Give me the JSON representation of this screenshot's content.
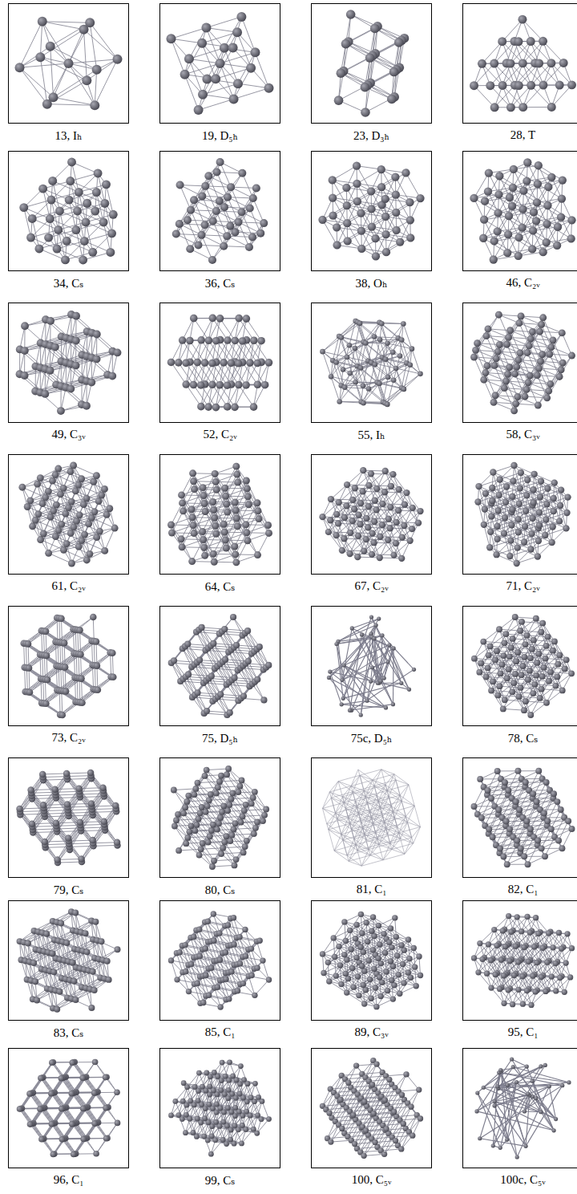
{
  "diagram": {
    "nodes": [
      {
        "text": [
          "13, Iₕ"
        ]
      },
      {
        "text": [
          "19, D₅ₕ"
        ]
      },
      {
        "text": [
          "23, D₃ₕ"
        ]
      },
      {
        "text": [
          "28, T"
        ]
      },
      {
        "text": [
          "34, Cₛ"
        ]
      },
      {
        "text": [
          "36, Cₛ"
        ]
      },
      {
        "text": [
          "38, Oₕ"
        ]
      },
      {
        "text": [
          "46, C₂ᵥ"
        ]
      },
      {
        "text": [
          "49, C₃ᵥ"
        ]
      },
      {
        "text": [
          "52, C₂ᵥ"
        ]
      },
      {
        "text": [
          "55, Iₕ"
        ]
      },
      {
        "text": [
          "58, C₃ᵥ"
        ]
      },
      {
        "text": [
          "61, C₂ᵥ"
        ]
      },
      {
        "text": [
          "64, Cₛ"
        ]
      },
      {
        "text": [
          "67, C₂ᵥ"
        ]
      },
      {
        "text": [
          "71, C₂ᵥ"
        ]
      },
      {
        "text": [
          "73, C₂ᵥ"
        ]
      },
      {
        "text": [
          "75, D₅ₕ"
        ]
      },
      {
        "text": [
          "75c, D₅ₕ"
        ]
      },
      {
        "text": [
          "78, Cₛ"
        ]
      },
      {
        "text": [
          "79, Cₛ"
        ]
      },
      {
        "text": [
          "80, Cₛ"
        ]
      },
      {
        "text": [
          "81, C₁"
        ]
      },
      {
        "text": [
          "82, C₁"
        ]
      },
      {
        "text": [
          "83, Cₛ"
        ]
      },
      {
        "text": [
          "85, C₁"
        ]
      },
      {
        "text": [
          "89, C₃ᵥ"
        ]
      },
      {
        "text": [
          "95, C₁"
        ]
      },
      {
        "text": [
          "96, C₁"
        ]
      },
      {
        "text": [
          "99, Cₛ"
        ]
      },
      {
        "text": [
          "100, C₅ᵥ"
        ]
      },
      {
        "text": [
          "100c, C₅ᵥ"
        ]
      }
    ]
  }
}
